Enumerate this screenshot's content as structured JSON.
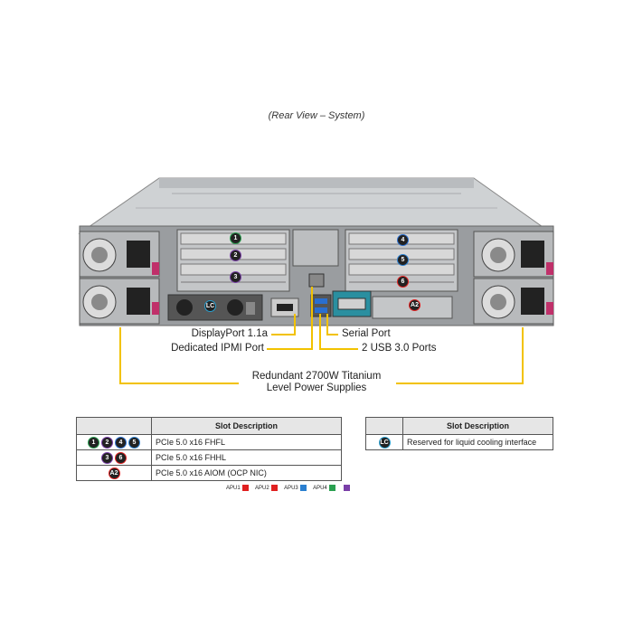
{
  "caption": "(Rear View – System)",
  "labels": {
    "displayport": "DisplayPort 1.1a",
    "ipmi": "Dedicated IPMI Port",
    "serial": "Serial Port",
    "usb": "2 USB 3.0 Ports",
    "psu_line1": "Redundant 2700W Titanium",
    "psu_line2": "Level Power Supplies"
  },
  "server_badges": [
    "1",
    "2",
    "3",
    "4",
    "5",
    "6",
    "A2",
    "LC"
  ],
  "slot_table": {
    "header": "Slot Description",
    "rows": [
      {
        "badges": [
          "1",
          "2",
          "4",
          "5"
        ],
        "desc": "PCIe 5.0 x16 FHFL"
      },
      {
        "badges": [
          "3",
          "6"
        ],
        "desc": "PCIe 5.0 x16 FHHL"
      },
      {
        "badges": [
          "A2"
        ],
        "desc": "PCIe 5.0 x16 AIOM (OCP NIC)"
      }
    ]
  },
  "lc_table": {
    "header": "Slot Description",
    "rows": [
      {
        "badges": [
          "LC"
        ],
        "desc": "Reserved for liquid cooling interface"
      }
    ]
  },
  "legend": [
    {
      "label": "APU1",
      "color": "#e02020"
    },
    {
      "label": "APU2",
      "color": "#e02020"
    },
    {
      "label": "APU3",
      "color": "#2a7fd0"
    },
    {
      "label": "APU4",
      "color": "#2aa050"
    },
    {
      "label": "",
      "color": "#7a3fa8"
    }
  ],
  "badge_colors": {
    "1": "#2aa050",
    "2": "#7a3fa8",
    "3": "#7a3fa8",
    "4": "#2a6fd0",
    "5": "#2a7fd0",
    "6": "#e02020",
    "A2": "#e02020",
    "LC": "#2aa0d0"
  },
  "leader_color": "#f2c200"
}
